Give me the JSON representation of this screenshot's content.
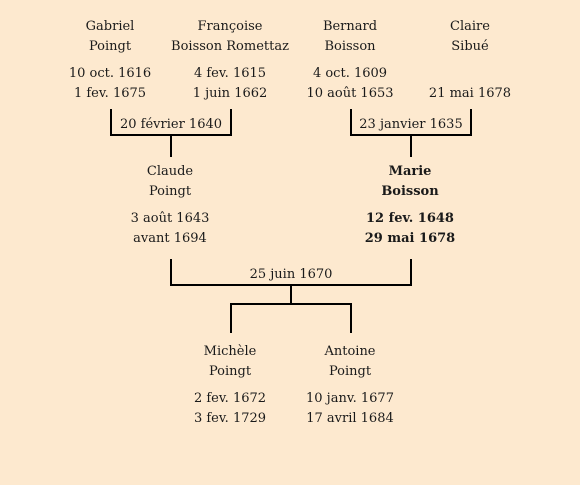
{
  "people": {
    "gabriel": {
      "first": "Gabriel",
      "last": "Poingt",
      "birth": "10 oct. 1616",
      "death": "1 fev. 1675"
    },
    "francoise": {
      "first": "Françoise",
      "last": "Boisson Romettaz",
      "birth": "4 fev. 1615",
      "death": "1 juin 1662"
    },
    "bernard": {
      "first": "Bernard",
      "last": "Boisson",
      "birth": "4 oct. 1609",
      "death": "10 août 1653"
    },
    "claire": {
      "first": "Claire",
      "last": "Sibué",
      "birth": "",
      "death": "21 mai 1678"
    },
    "claude": {
      "first": "Claude",
      "last": "Poingt",
      "birth": "3 août 1643",
      "death": "avant 1694"
    },
    "marie": {
      "first": "Marie",
      "last": "Boisson",
      "birth": "12 fev. 1648",
      "death": "29 mai 1678"
    },
    "michele": {
      "first": "Michèle",
      "last": "Poingt",
      "birth": "2 fev. 1672",
      "death": "3 fev. 1729"
    },
    "antoine": {
      "first": "Antoine",
      "last": "Poingt",
      "birth": "10 janv. 1677",
      "death": "17 avril 1684"
    }
  },
  "marriages": {
    "gabriel_francoise": "20 février 1640",
    "bernard_claire": "23 janvier 1635",
    "claude_marie": "25 juin 1670"
  }
}
